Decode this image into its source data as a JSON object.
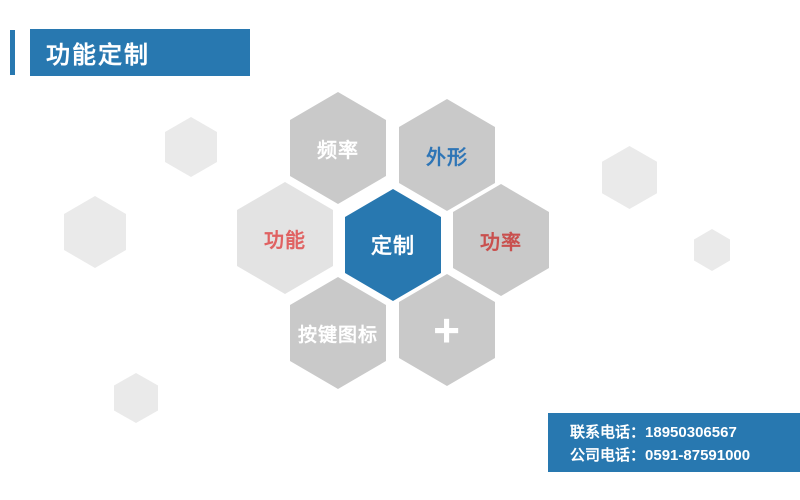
{
  "header": {
    "title": "功能定制"
  },
  "colors": {
    "brand_blue": "#2878b0",
    "hex_gray": "#c9c9c9",
    "hex_light_gray": "#e3e3e3",
    "deco_gray": "#eaeaea",
    "function_red": "#e06262",
    "power_red": "#c9504e",
    "shape_blue": "#2e75b6",
    "white": "#ffffff"
  },
  "honeycomb": {
    "cells": [
      {
        "id": "frequency",
        "label": "频率",
        "bg": "#c9c9c9",
        "text_color": "#ffffff"
      },
      {
        "id": "shape",
        "label": "外形",
        "bg": "#c9c9c9",
        "text_color": "#2e75b6"
      },
      {
        "id": "function",
        "label": "功能",
        "bg": "#e3e3e3",
        "text_color": "#e06262"
      },
      {
        "id": "customize",
        "label": "定制",
        "bg": "#2878b0",
        "text_color": "#ffffff"
      },
      {
        "id": "power",
        "label": "功率",
        "bg": "#c9c9c9",
        "text_color": "#c9504e"
      },
      {
        "id": "button-icon",
        "label": "按键图标",
        "bg": "#c9c9c9",
        "text_color": "#ffffff"
      },
      {
        "id": "plus",
        "label": "+",
        "bg": "#c9c9c9",
        "text_color": "#ffffff"
      }
    ]
  },
  "contact": {
    "lines": [
      {
        "label": "联系电话：",
        "value": "18950306567"
      },
      {
        "label": "公司电话：",
        "value": "0591-87591000"
      }
    ]
  }
}
